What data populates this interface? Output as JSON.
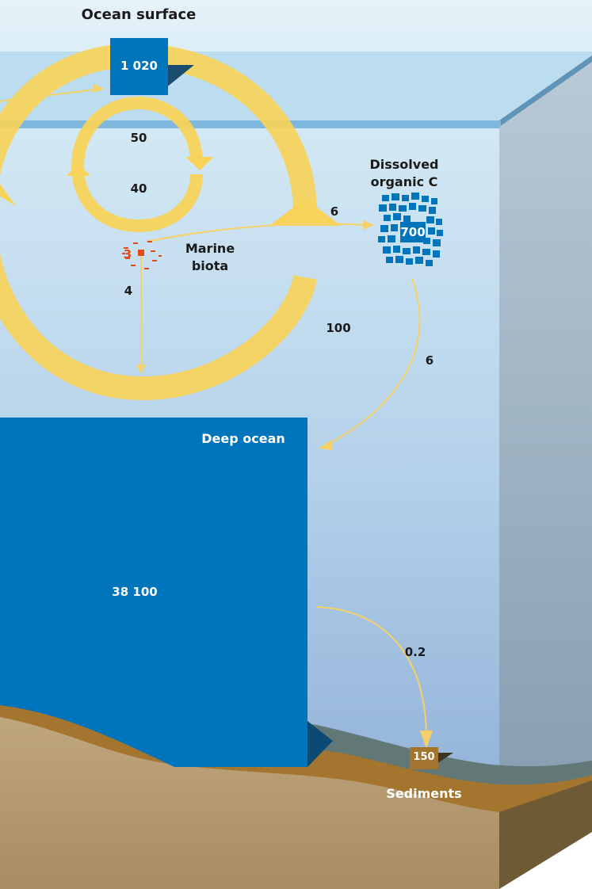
{
  "labels": {
    "ocean_surface": "Ocean surface",
    "dissolved_organic_line1": "Dissolved",
    "dissolved_organic_line2": "organic C",
    "marine_biota_line1": "Marine",
    "marine_biota_line2": "biota",
    "deep_ocean": "Deep ocean",
    "sediments": "Sediments"
  },
  "stocks": {
    "surface_ocean": "1 020",
    "dissolved_organic": "700",
    "marine_biota": "3",
    "deep_ocean": "38 100",
    "sediments": "150"
  },
  "fluxes": {
    "surface_to_biota": "50",
    "biota_to_surface": "40",
    "biota_to_doc": "6",
    "biota_to_deep": "4",
    "surface_deep_exchange": "100",
    "doc_to_deep": "6",
    "deep_to_sediments": "0.2"
  },
  "colors": {
    "sky": "#d9edf6",
    "water_top": "#cfe6f3",
    "water_bottom": "#8fb2d8",
    "reservoir_blue": "#0075bb",
    "reservoir_shadow": "#0b4a73",
    "flux_yellow": "#f7d35a",
    "thin_arrow": "#f5d268",
    "sediment_brown": "#a3752f",
    "ground_tan": "#b39a74",
    "seafloor_gray": "#627877",
    "biota_red": "#e24a1a"
  }
}
